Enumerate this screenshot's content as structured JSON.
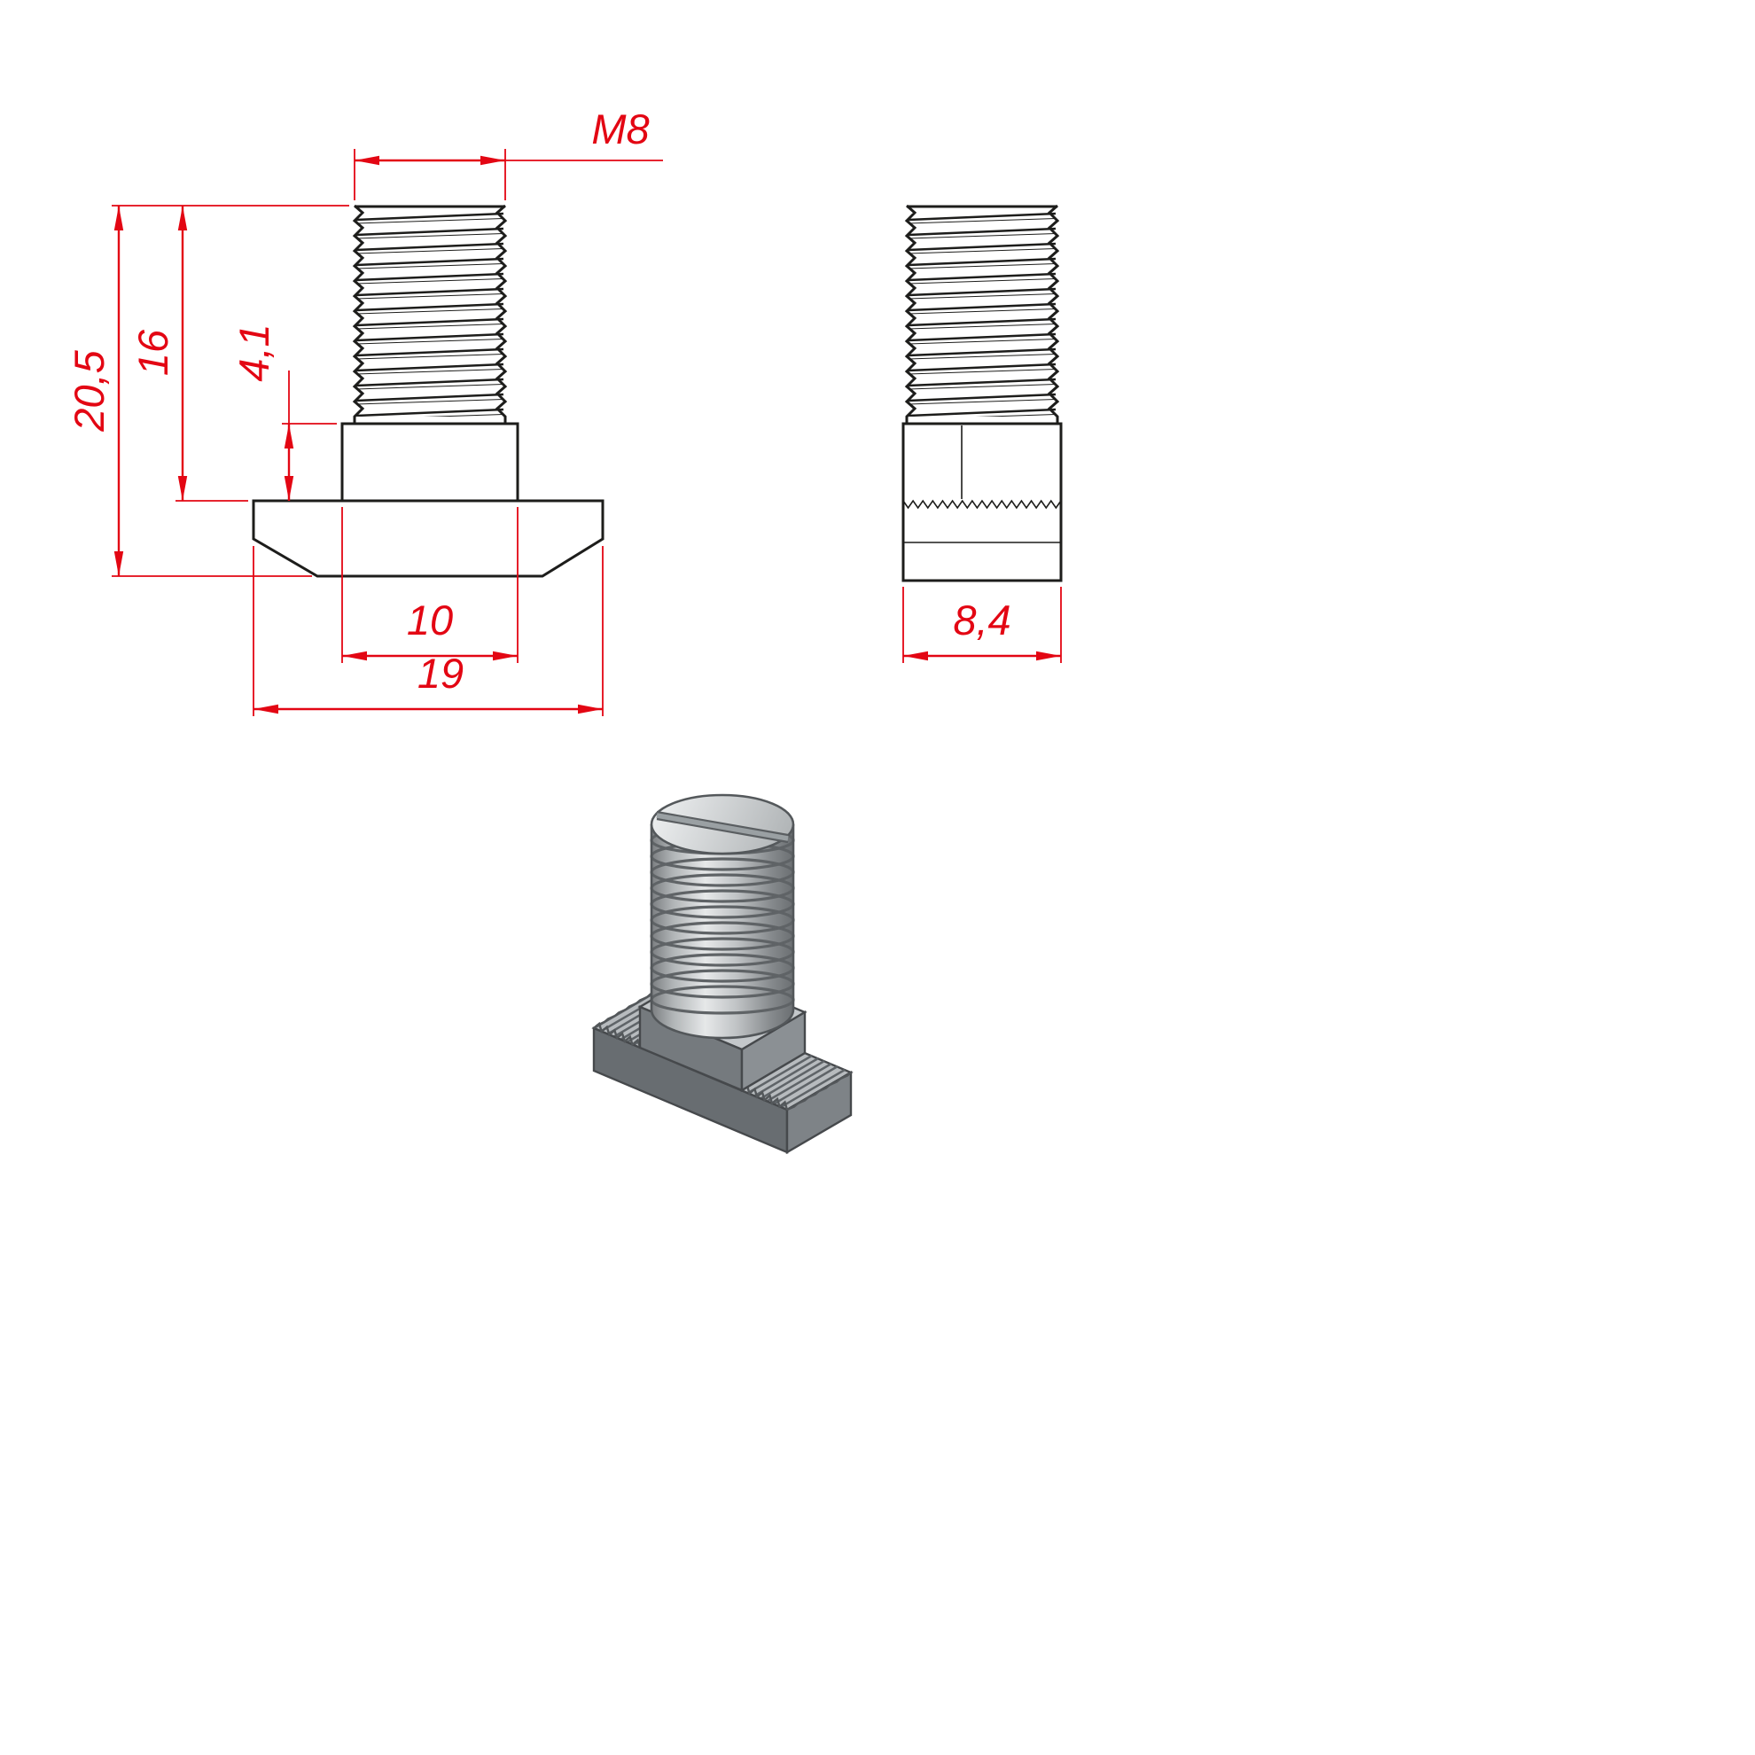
{
  "drawing": {
    "dims": {
      "thread": "M8",
      "total_height": "20,5",
      "shank_length": "16",
      "neck_height": "4,1",
      "neck_width": "10",
      "head_width": "19",
      "head_thickness": "8,4"
    },
    "colors": {
      "dimension_red": "#e30613",
      "outline_black": "#1d1d1b",
      "metal_light": "#e6e8e9",
      "metal_mid": "#aeb2b4",
      "metal_dark": "#65696d",
      "background": "#ffffff"
    }
  }
}
